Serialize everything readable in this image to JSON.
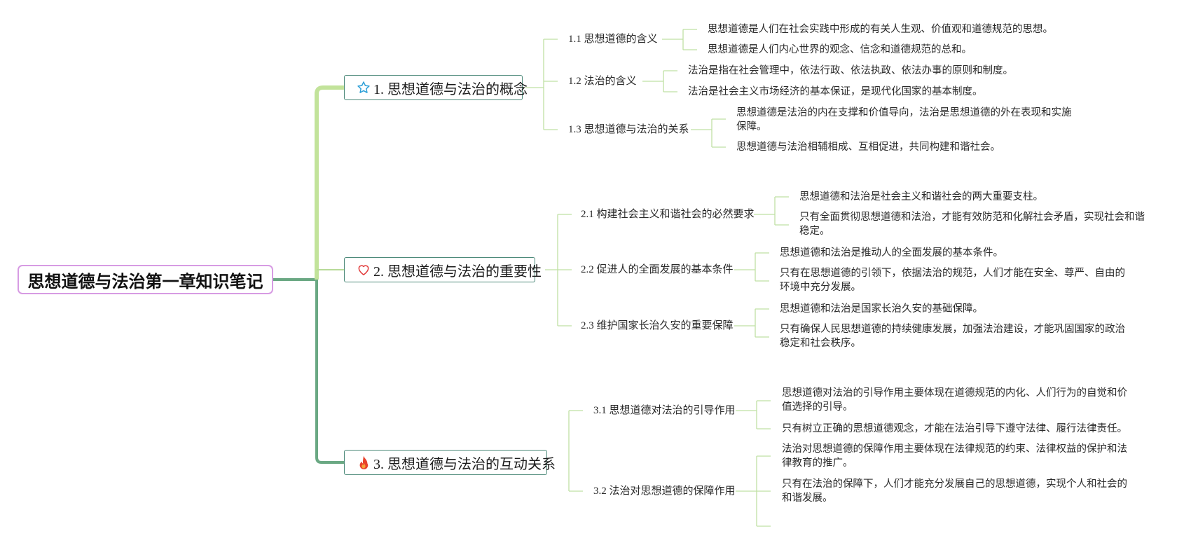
{
  "root": {
    "title": "思想道德与法治第一章知识笔记"
  },
  "colors": {
    "root_border": "#d79be3",
    "branch_border": "#4d8a7a",
    "light_green": "#c2e39a",
    "dark_green": "#6aa883",
    "thin_line": "#bfe0a4"
  },
  "branches": [
    {
      "icon": "star-icon",
      "label": "1. 思想道德与法治的概念",
      "subs": [
        {
          "label": "1.1 思想道德的含义",
          "leaves": [
            "思想道德是人们在社会实践中形成的有关人生观、价值观和道德规范的思想。",
            "思想道德是人们内心世界的观念、信念和道德规范的总和。"
          ]
        },
        {
          "label": "1.2 法治的含义",
          "leaves": [
            "法治是指在社会管理中，依法行政、依法执政、依法办事的原则和制度。",
            "法治是社会主义市场经济的基本保证，是现代化国家的基本制度。"
          ]
        },
        {
          "label": "1.3 思想道德与法治的关系",
          "leaves": [
            "思想道德是法治的内在支撑和价值导向，法治是思想道德的外在表现和实施保障。",
            "思想道德与法治相辅相成、互相促进，共同构建和谐社会。"
          ]
        }
      ]
    },
    {
      "icon": "heart-icon",
      "label": "2. 思想道德与法治的重要性",
      "subs": [
        {
          "label": "2.1 构建社会主义和谐社会的必然要求",
          "leaves": [
            "思想道德和法治是社会主义和谐社会的两大重要支柱。",
            "只有全面贯彻思想道德和法治，才能有效防范和化解社会矛盾，实现社会和谐稳定。"
          ]
        },
        {
          "label": "2.2 促进人的全面发展的基本条件",
          "leaves": [
            "思想道德和法治是推动人的全面发展的基本条件。",
            "只有在思想道德的引领下，依据法治的规范，人们才能在安全、尊严、自由的环境中充分发展。"
          ]
        },
        {
          "label": "2.3 维护国家长治久安的重要保障",
          "leaves": [
            "思想道德和法治是国家长治久安的基础保障。",
            "只有确保人民思想道德的持续健康发展，加强法治建设，才能巩固国家的政治稳定和社会秩序。"
          ]
        }
      ]
    },
    {
      "icon": "fire-icon",
      "label": "3. 思想道德与法治的互动关系",
      "subs": [
        {
          "label": "3.1 思想道德对法治的引导作用",
          "leaves": [
            "思想道德对法治的引导作用主要体现在道德规范的内化、人们行为的自觉和价值选择的引导。",
            "只有树立正确的思想道德观念，才能在法治引导下遵守法律、履行法律责任。"
          ]
        },
        {
          "label": "3.2 法治对思想道德的保障作用",
          "leaves": [
            "法治对思想道德的保障作用主要体现在法律规范的约束、法律权益的保护和法律教育的推广。",
            "只有在法治的保障下，人们才能充分发展自己的思想道德，实现个人和社会的和谐发展。"
          ]
        }
      ]
    }
  ]
}
